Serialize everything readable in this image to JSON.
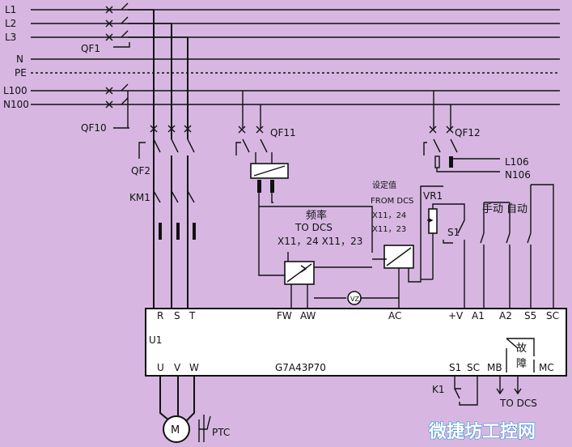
{
  "bus_labels": {
    "l1": "L1",
    "l2": "L2",
    "l3": "L3",
    "n": "N",
    "pe": "PE",
    "l100": "L100",
    "n100": "N100"
  },
  "breakers": {
    "qf1": "QF1",
    "qf10": "QF10",
    "qf2": "QF2",
    "qf11": "QF11",
    "qf12": "QF12"
  },
  "contactor": {
    "km1": "KM1"
  },
  "lines_right": {
    "l106": "L106",
    "n106": "N106"
  },
  "dcs_freq": {
    "title": "频率",
    "to": "TO DCS",
    "terminals": "X11，24 X11，23"
  },
  "setpoint": {
    "title": "设定值",
    "from": "FROM DCS",
    "t1": "X11，24",
    "t2": "X11，23"
  },
  "pot": {
    "label": "VR1",
    "switch": "S1"
  },
  "mode": {
    "manual": "手动",
    "auto": "自动"
  },
  "drive": {
    "label": "U1",
    "model": "G7A43P70",
    "inputs": {
      "r": "R",
      "s": "S",
      "t": "T"
    },
    "outputs": {
      "u": "U",
      "v": "V",
      "w": "W"
    },
    "analog": {
      "fw": "FW",
      "aw": "AW",
      "ac": "AC"
    },
    "digital": {
      "pv": "+V",
      "a1": "A1",
      "a2": "A2",
      "s5": "S5",
      "sc": "SC"
    },
    "bottom": {
      "s1": "S1",
      "sc": "SC",
      "mb": "MB",
      "mc": "MC"
    },
    "fault": {
      "line1": "故",
      "line2": "障"
    }
  },
  "fault_relay": {
    "k1": "K1",
    "to": "TO DCS"
  },
  "meter": "VZ",
  "motor": {
    "symbol": "M",
    "ptc": "PTC"
  },
  "watermark": "微捷坊工控网"
}
